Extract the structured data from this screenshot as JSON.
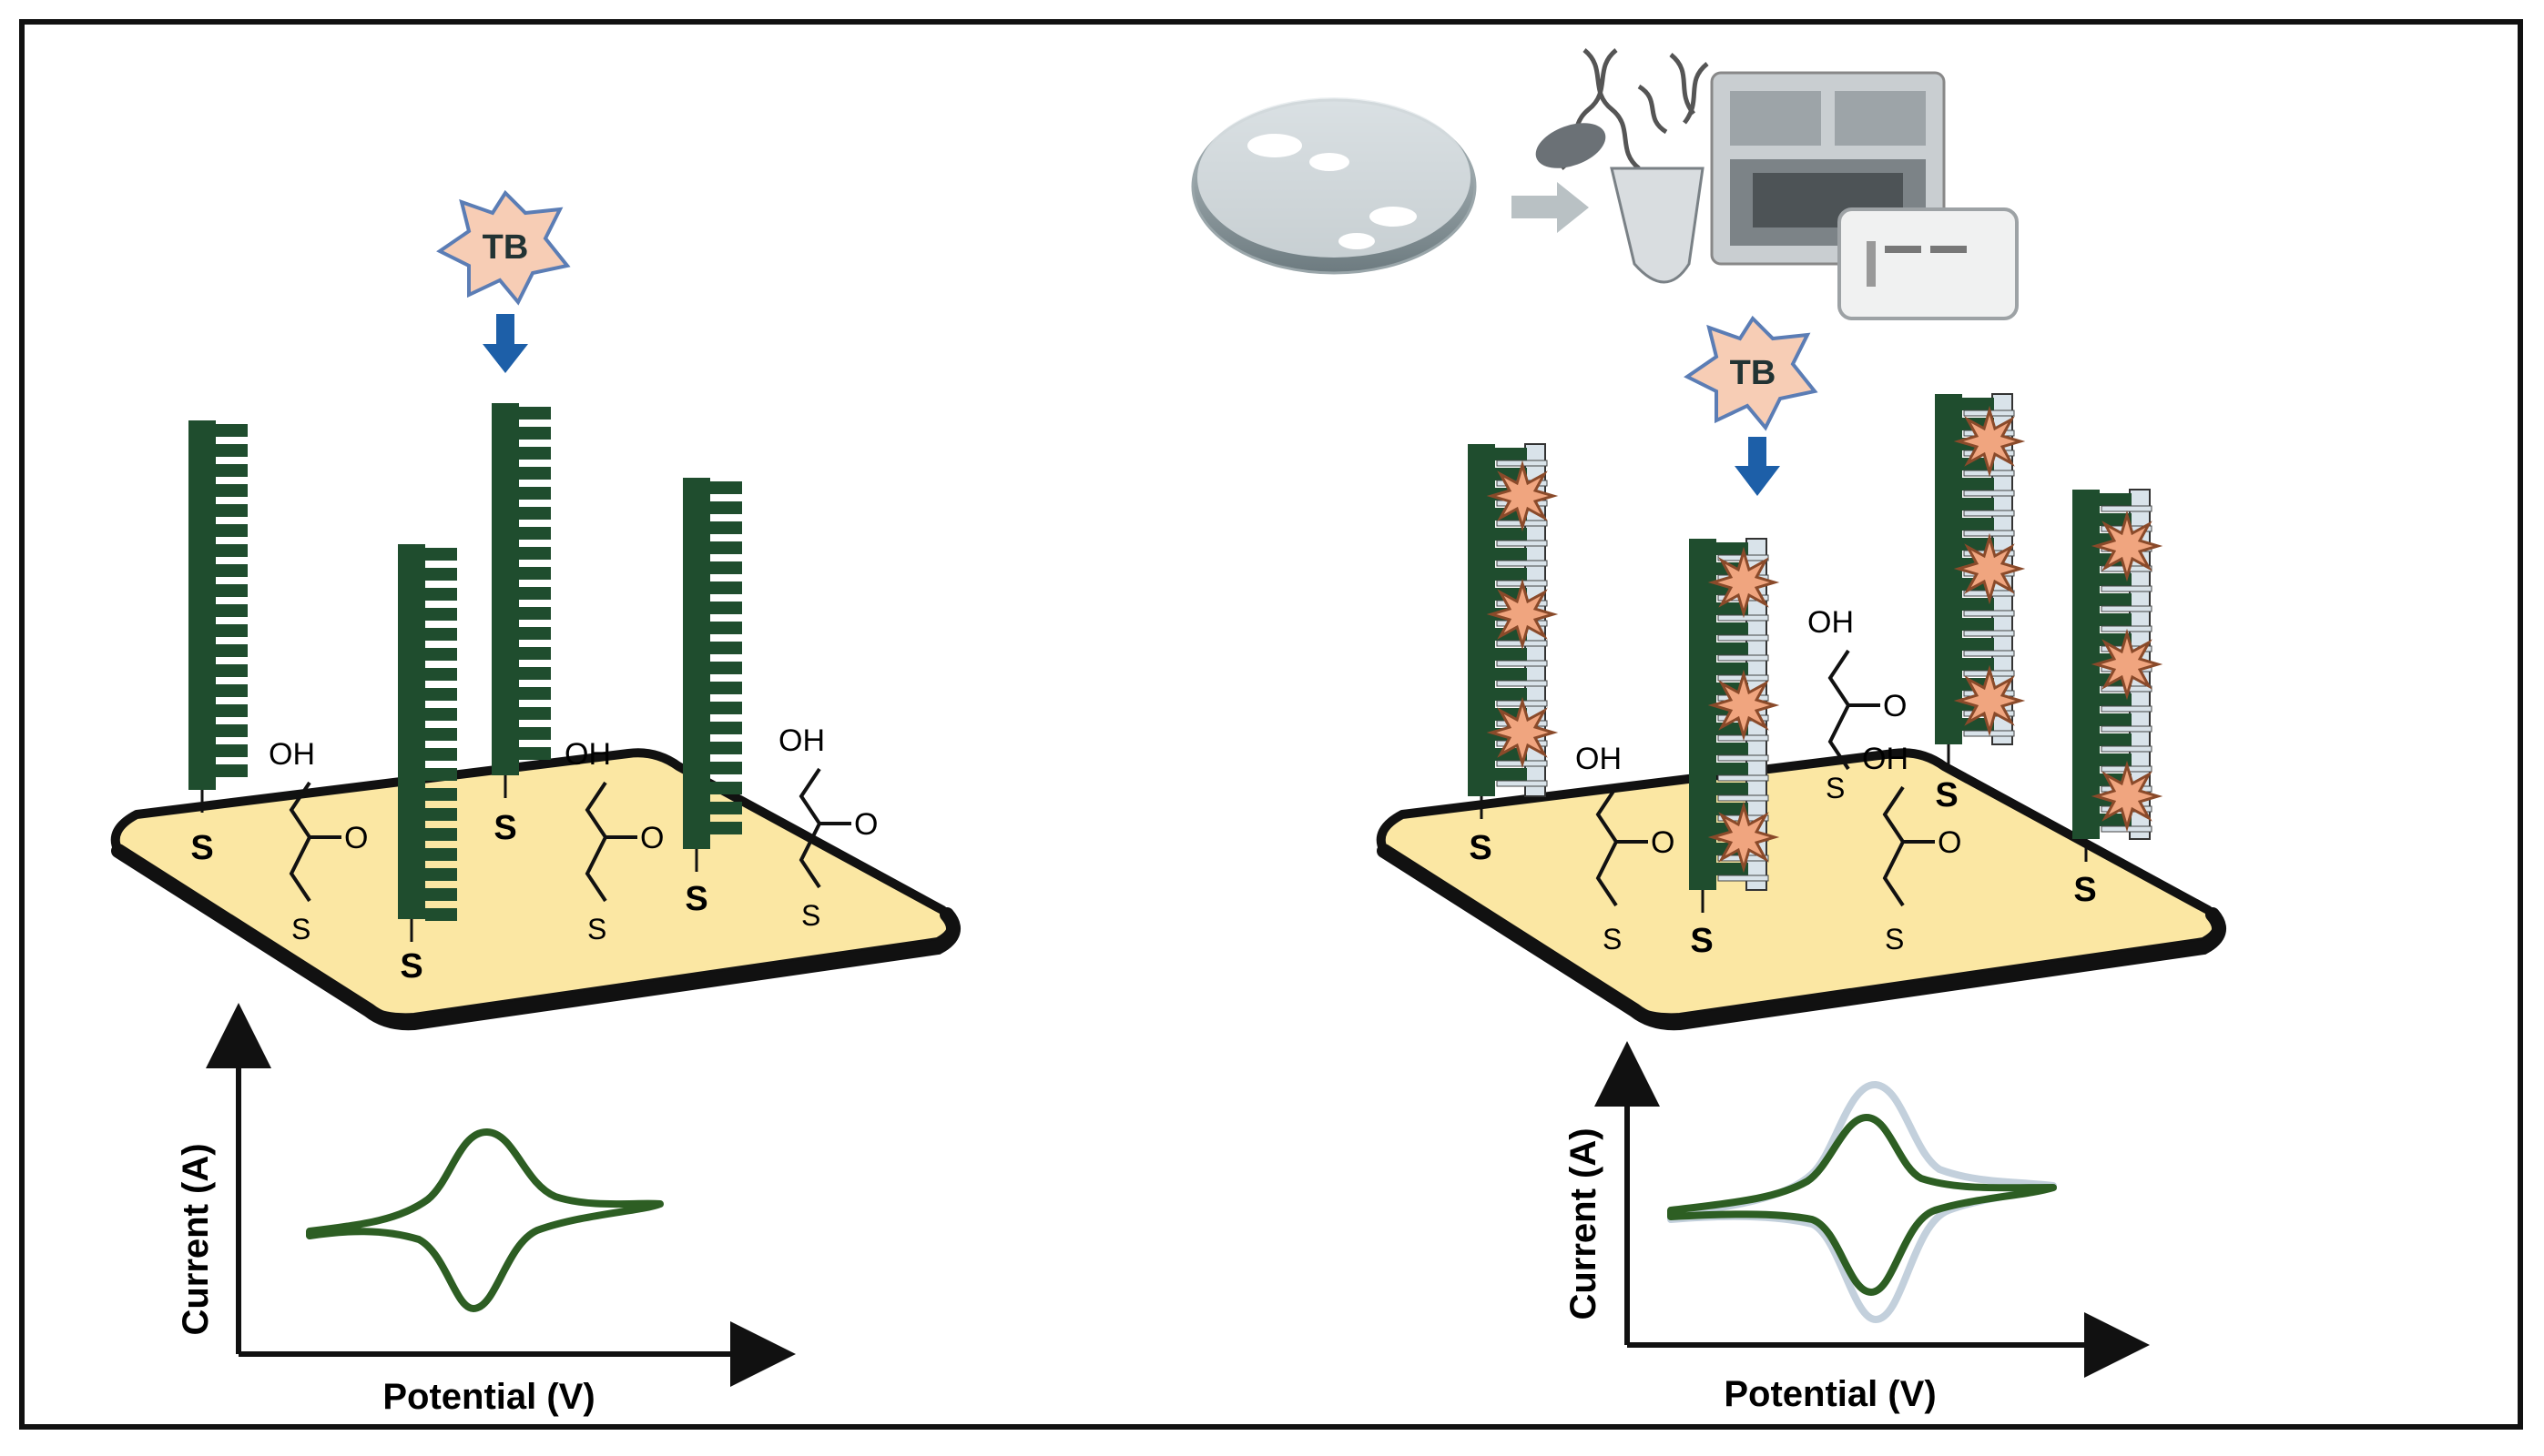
{
  "colors": {
    "frame": "#111111",
    "probe_dark_green": "#1f4d2e",
    "probe_light": "#d9e3ea",
    "gold_surface": "#fbe7a3",
    "arrow_blue": "#1d5fa8",
    "tb_star_fill": "#f7cdb5",
    "bound_star_fill": "#f0a57f",
    "cv_green": "#2d5e23",
    "cv_ghost": "#c3d0dc"
  },
  "left_panel": {
    "label": "TB",
    "thiol_label": "S",
    "mch_hydroxyl": "OH",
    "mch_carbonyl": "O",
    "mch_sulfur": "S",
    "cv_plot": {
      "ylabel": "Current (A)",
      "xlabel": "Potential (V)"
    }
  },
  "right_panel": {
    "label": "TB",
    "thiol_label": "S",
    "mch_hydroxyl": "OH",
    "mch_carbonyl": "O",
    "mch_sulfur": "S",
    "device_icons": [
      "petri-dish-icon",
      "dna-helix-icon",
      "eppendorf-tube-icon",
      "pcr-machine-icon",
      "reader-device-icon"
    ],
    "cv_plot": {
      "ylabel": "Current (A)",
      "xlabel": "Potential (V)"
    }
  }
}
